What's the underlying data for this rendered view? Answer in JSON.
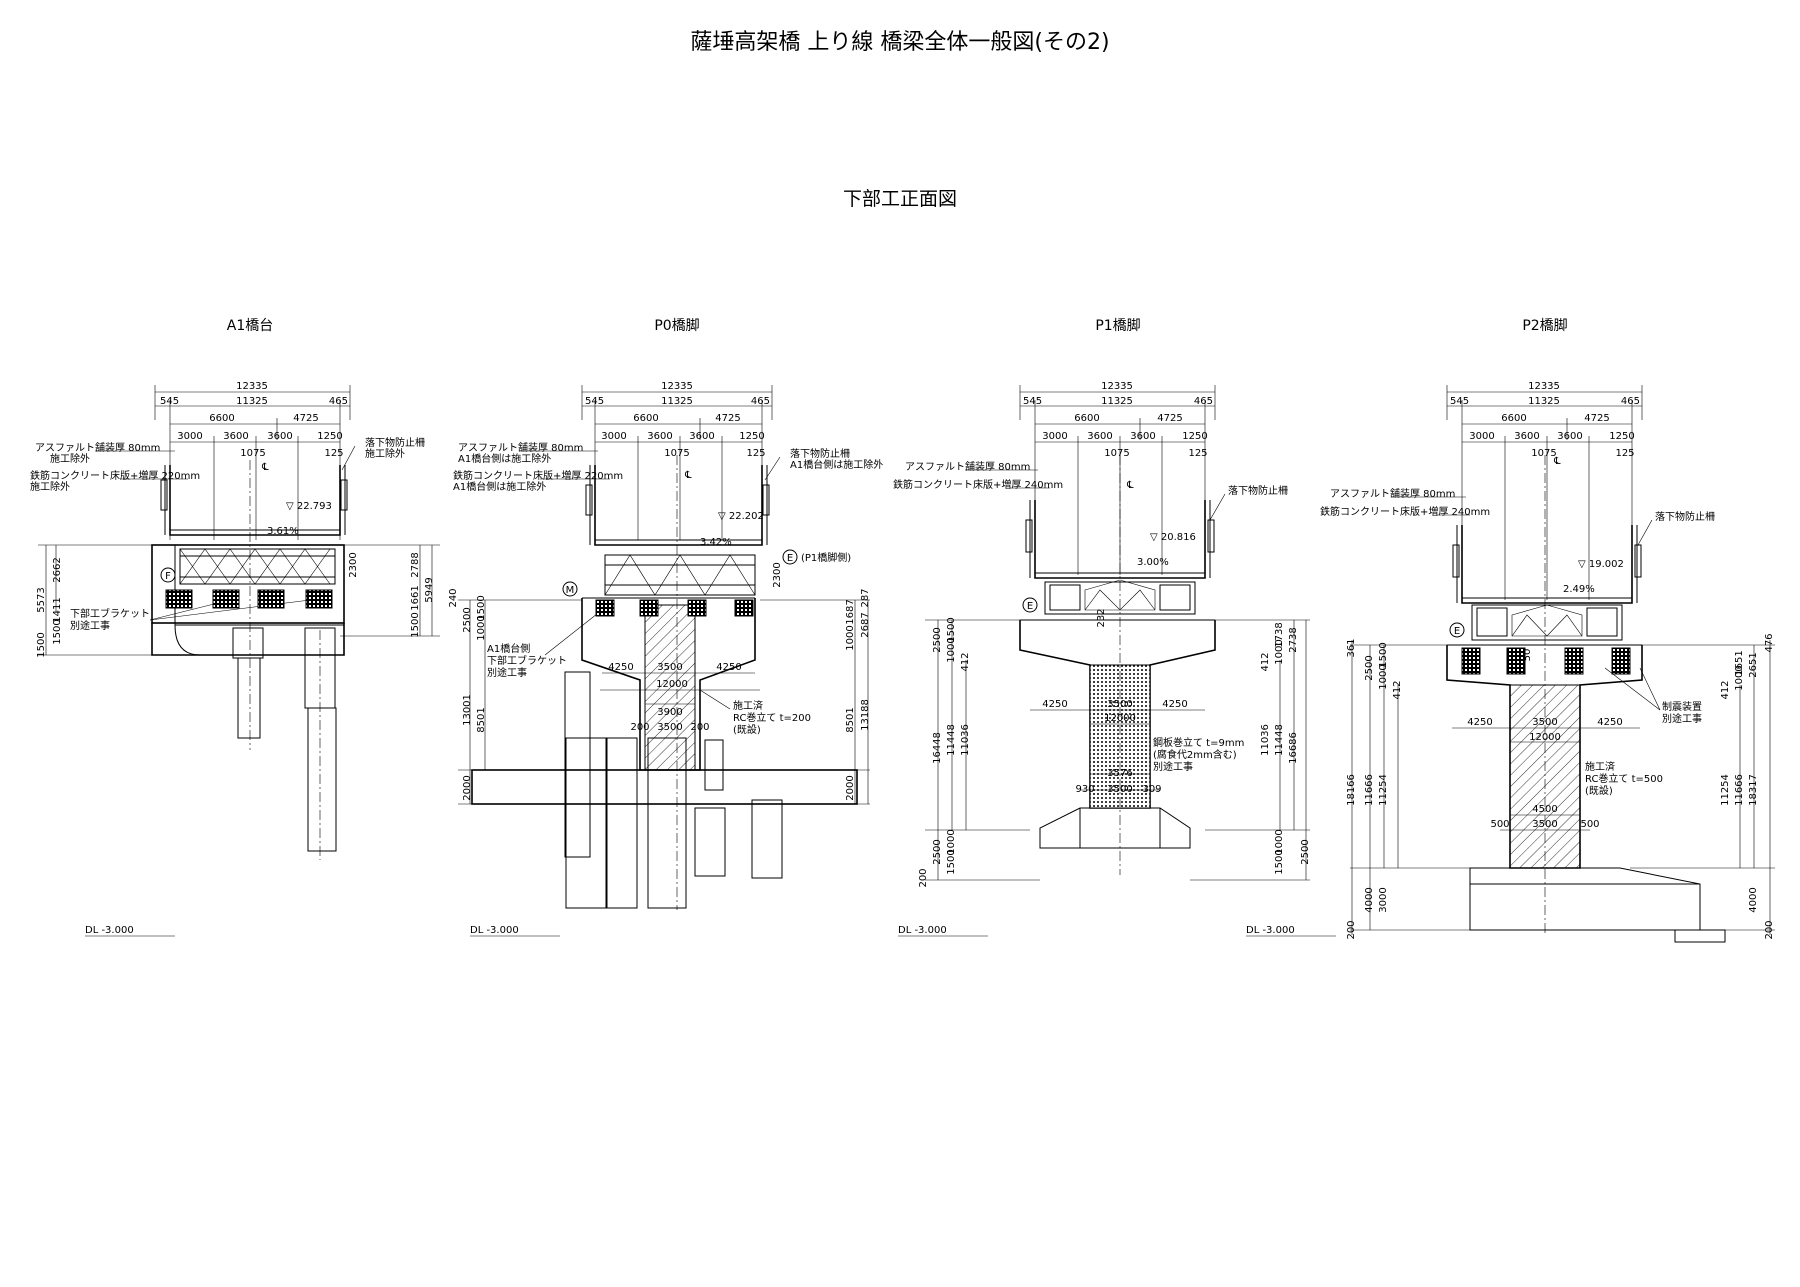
{
  "title": "薩埵高架橋 上り線 橋梁全体一般図(その2)",
  "subtitle": "下部工正面図",
  "drawings": [
    {
      "label": "A1橋台",
      "top_dims": [
        "12335",
        "545",
        "11325",
        "465",
        "6600",
        "4725",
        "3000",
        "3600",
        "3600",
        "1250",
        "1075",
        "125"
      ],
      "notes": [
        "アスファルト舗装厚 80mm",
        "施工除外",
        "鉄筋コンクリート床版+増厚 220mm",
        "施工除外",
        "落下物防止柵",
        "施工除外",
        "下部工ブラケット",
        "別途工事"
      ],
      "elevation": "22.793",
      "slope": "3.61%",
      "side_dims": [
        "5573",
        "2662",
        "1500",
        "1411",
        "1500",
        "2300",
        "2788",
        "1661",
        "1500",
        "5949"
      ],
      "marker": "F",
      "datum": "DL -3.000"
    },
    {
      "label": "P0橋脚",
      "top_dims": [
        "12335",
        "545",
        "11325",
        "465",
        "6600",
        "4725",
        "3000",
        "3600",
        "3600",
        "1250",
        "1075",
        "125"
      ],
      "notes": [
        "アスファルト舗装厚 80mm",
        "A1橋台側は施工除外",
        "鉄筋コンクリート床版+増厚 220mm",
        "A1橋台側は施工除外",
        "落下物防止柵",
        "A1橋台側は施工除外",
        "A1橋台側",
        "下部工ブラケット",
        "別途工事",
        "施工済",
        "RC巻立て t=200",
        "(既設)"
      ],
      "elevation": "22.202",
      "slope": "3.42%",
      "markers": [
        "M",
        "E"
      ],
      "marker_note": "(P1橋脚側)",
      "inner_dims": [
        "4250",
        "3500",
        "4250",
        "12000",
        "3900",
        "200",
        "3500",
        "200"
      ],
      "side_dims": [
        "240",
        "1500",
        "1000",
        "2500",
        "13001",
        "8501",
        "2000",
        "2300",
        "287",
        "1687",
        "1000",
        "2687",
        "8501",
        "13188",
        "2000"
      ],
      "datum": "DL -3.000"
    },
    {
      "label": "P1橋脚",
      "top_dims": [
        "12335",
        "545",
        "11325",
        "465",
        "6600",
        "4725",
        "3000",
        "3600",
        "3600",
        "1250",
        "1075",
        "125"
      ],
      "notes": [
        "アスファルト舗装厚 80mm",
        "鉄筋コンクリート床版+増厚 240mm",
        "落下物防止柵",
        "鋼板巻立て t=9mm",
        "(腐食代2mm含む)",
        "別途工事"
      ],
      "elevation": "20.816",
      "slope": "3.00%",
      "marker": "E",
      "inner_dims": [
        "4250",
        "3500",
        "4250",
        "12000",
        "3576",
        "930",
        "3500",
        "309",
        "232"
      ],
      "side_dims": [
        "2500",
        "1500",
        "1000",
        "412",
        "16448",
        "11448",
        "11036",
        "2500",
        "1500",
        "1000",
        "200",
        "1738",
        "1000",
        "2738",
        "412",
        "11036",
        "11448",
        "16686",
        "2500",
        "1500",
        "1000"
      ],
      "datum": "DL -3.000"
    },
    {
      "label": "P2橋脚",
      "top_dims": [
        "12335",
        "545",
        "11325",
        "465",
        "6600",
        "4725",
        "3000",
        "3600",
        "3600",
        "1250",
        "1075",
        "125"
      ],
      "notes": [
        "アスファルト舗装厚 80mm",
        "鉄筋コンクリート床版+増厚 240mm",
        "落下物防止柵",
        "制震装置",
        "別途工事",
        "施工済",
        "RC巻立て t=500",
        "(既設)"
      ],
      "elevation": "19.002",
      "slope": "2.49%",
      "marker": "E",
      "inner_dims": [
        "4250",
        "3500",
        "4250",
        "12000",
        "4500",
        "500",
        "3500",
        "500",
        "50"
      ],
      "side_dims": [
        "361",
        "2500",
        "1500",
        "1000",
        "412",
        "18166",
        "11666",
        "11254",
        "4000",
        "3000",
        "200",
        "476",
        "1651",
        "1000",
        "2651",
        "412",
        "11254",
        "11666",
        "18317",
        "4000",
        "200"
      ],
      "datum": "DL -3.000",
      "datum_left": "DL -3.000"
    }
  ]
}
